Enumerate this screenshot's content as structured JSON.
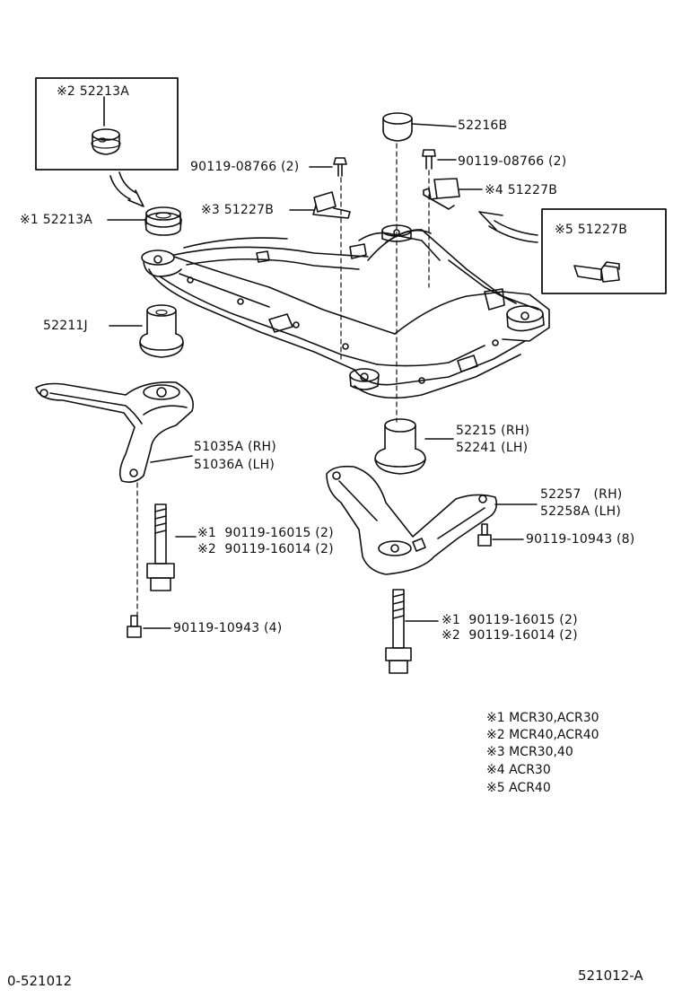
{
  "insets": {
    "top_left_label": "※2 52213A",
    "right_label": "※5 51227B"
  },
  "labels": {
    "p_52216B": "52216B",
    "p_bolt_9011908766_left": "90119-08766 (2)",
    "p_bolt_9011908766_right": "90119-08766 (2)",
    "p_51227B_s3": "※3 51227B",
    "p_51227B_s4": "※4 51227B",
    "p_52213A_s1": "※1 52213A",
    "p_52211J": "52211J",
    "p_52215_rh": "52215 (RH)",
    "p_52241_lh": "52241 (LH)",
    "p_51035A_rh": "51035A (RH)",
    "p_51036A_lh": "51036A (LH)",
    "p_52257_rh": "52257   (RH)",
    "p_52258A_lh": "52258A (LH)",
    "p_bolt_l_s1": "※1  90119-16015 (2)",
    "p_bolt_l_s2": "※2  90119-16014 (2)",
    "p_bolt_9011910943_8": "90119-10943 (8)",
    "p_bolt_9011910943_4": "90119-10943 (4)",
    "p_bolt_r_s1": "※1  90119-16015 (2)",
    "p_bolt_r_s2": "※2  90119-16014 (2)"
  },
  "notes": [
    "※1 MCR30,ACR30",
    "※2 MCR40,ACR40",
    "※3 MCR30,40",
    "※4 ACR30",
    "※5 ACR40"
  ],
  "footer": {
    "left_code": "0-521012",
    "right_code": "521012-A"
  },
  "colors": {
    "ink": "#111111",
    "paper": "#ffffff"
  }
}
